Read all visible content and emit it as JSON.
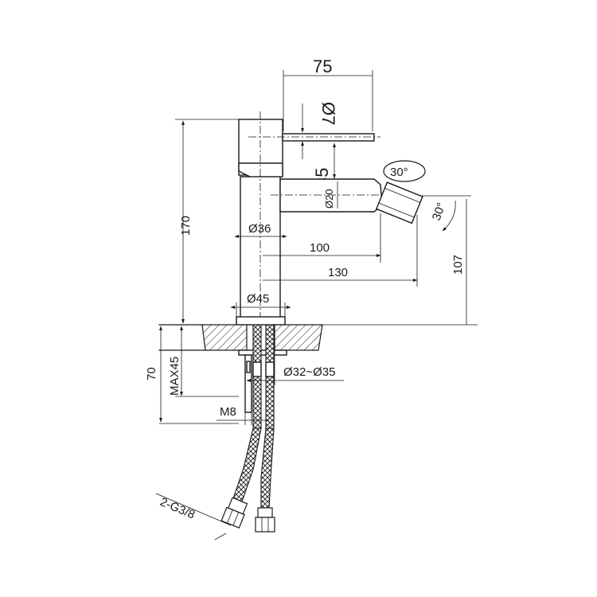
{
  "diagram": {
    "dimensions": {
      "lever_length": "75",
      "lever_diameter": "Ø7",
      "spout_height_gap": "35",
      "nozzle_tilt": "30°",
      "spout_diameter": "Ø20",
      "nozzle_angle": "30°",
      "body_diameter": "Ø36",
      "spout_reach_inner": "100",
      "spout_reach_outer": "130",
      "outlet_height": "107",
      "total_height": "170",
      "base_diameter": "Ø45",
      "deck_thickness_total": "70",
      "max_deck_thickness": "MAX45",
      "hole_diameter": "Ø32~Ø35",
      "rod_thread": "M8",
      "hose_connection": "2-G3/8"
    }
  }
}
